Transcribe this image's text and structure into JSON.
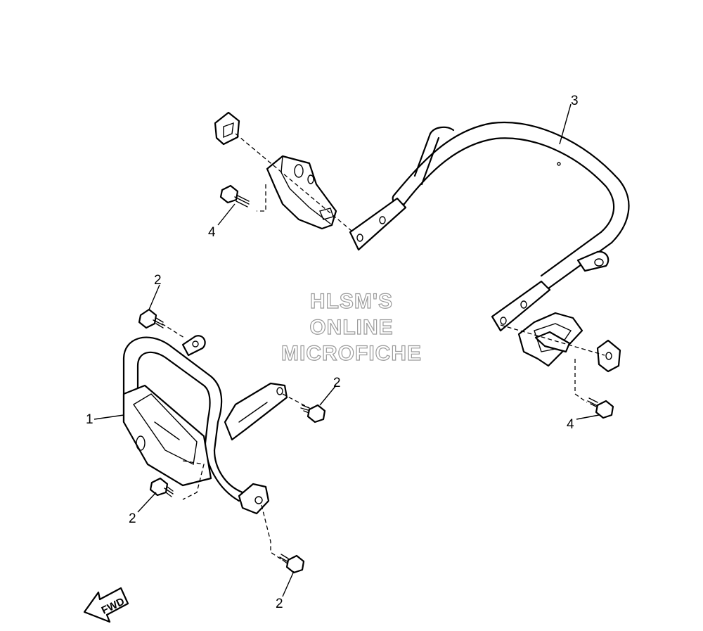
{
  "callouts": [
    {
      "id": "front-guard",
      "label": "1"
    },
    {
      "id": "bolt-upper",
      "label": "2"
    },
    {
      "id": "bolt-right",
      "label": "2"
    },
    {
      "id": "bolt-lower-left",
      "label": "2"
    },
    {
      "id": "bolt-bottom",
      "label": "2"
    },
    {
      "id": "rear-guard",
      "label": "3"
    },
    {
      "id": "bolt-rear-left",
      "label": "4"
    },
    {
      "id": "bolt-rear-right",
      "label": "4"
    }
  ],
  "watermark": {
    "line1": "HLSM'S",
    "line2": "ONLINE",
    "line3": "MICROFICHE"
  },
  "direction_indicator": {
    "label": "FWD"
  }
}
